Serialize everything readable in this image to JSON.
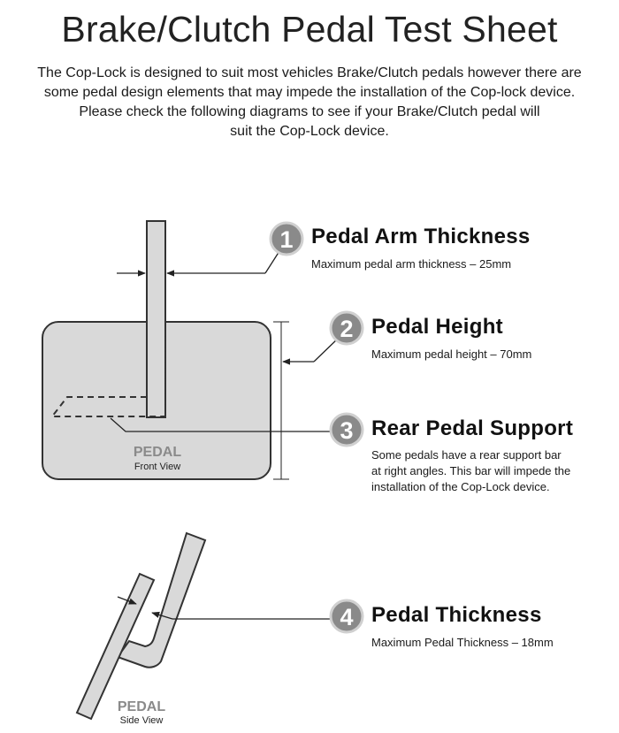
{
  "title": "Brake/Clutch Pedal Test Sheet",
  "intro": [
    "The Cop-Lock is designed to suit most vehicles Brake/Clutch pedals however there are",
    "some pedal design elements that may impede the installation of the Cop-lock device.",
    "Please check the following diagrams to see if your Brake/Clutch pedal will",
    "suit the Cop-Lock device."
  ],
  "items": [
    {
      "number": "1",
      "heading": "Pedal Arm Thickness",
      "description": [
        "Maximum pedal arm thickness – 25mm"
      ]
    },
    {
      "number": "2",
      "heading": "Pedal Height",
      "description": [
        "Maximum pedal height – 70mm"
      ]
    },
    {
      "number": "3",
      "heading": "Rear Pedal Support",
      "description": [
        "Some pedals have a rear support bar",
        "at right angles. This bar will impede the",
        "installation of the Cop-Lock device."
      ]
    },
    {
      "number": "4",
      "heading": "Pedal Thickness",
      "description": [
        "Maximum Pedal Thickness – 18mm"
      ]
    }
  ],
  "front_view": {
    "label": "PEDAL",
    "sublabel": "Front View"
  },
  "side_view": {
    "label": "PEDAL",
    "sublabel": "Side View"
  },
  "colors": {
    "pedal_fill": "#d9d9d9",
    "badge_fill": "#8a8a8a",
    "outline": "#333333"
  }
}
